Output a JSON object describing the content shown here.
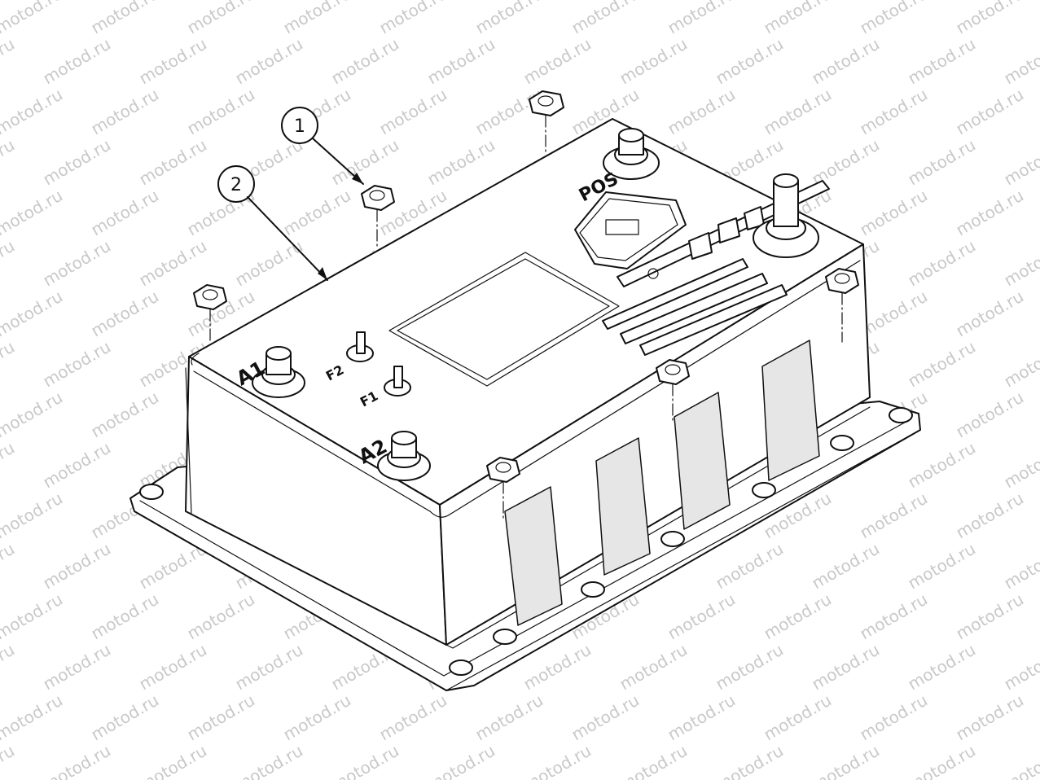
{
  "callouts": [
    {
      "number": "1",
      "part": "nut"
    },
    {
      "number": "2",
      "part": "controller-housing"
    }
  ],
  "terminal_labels": {
    "pos": "POS",
    "a1": "A1",
    "a2": "A2",
    "f1": "F1",
    "f2": "F2"
  },
  "watermark": "motod.ru",
  "colors": {
    "line": "#111111",
    "background": "#ffffff",
    "watermark": "#c9c9c9"
  }
}
